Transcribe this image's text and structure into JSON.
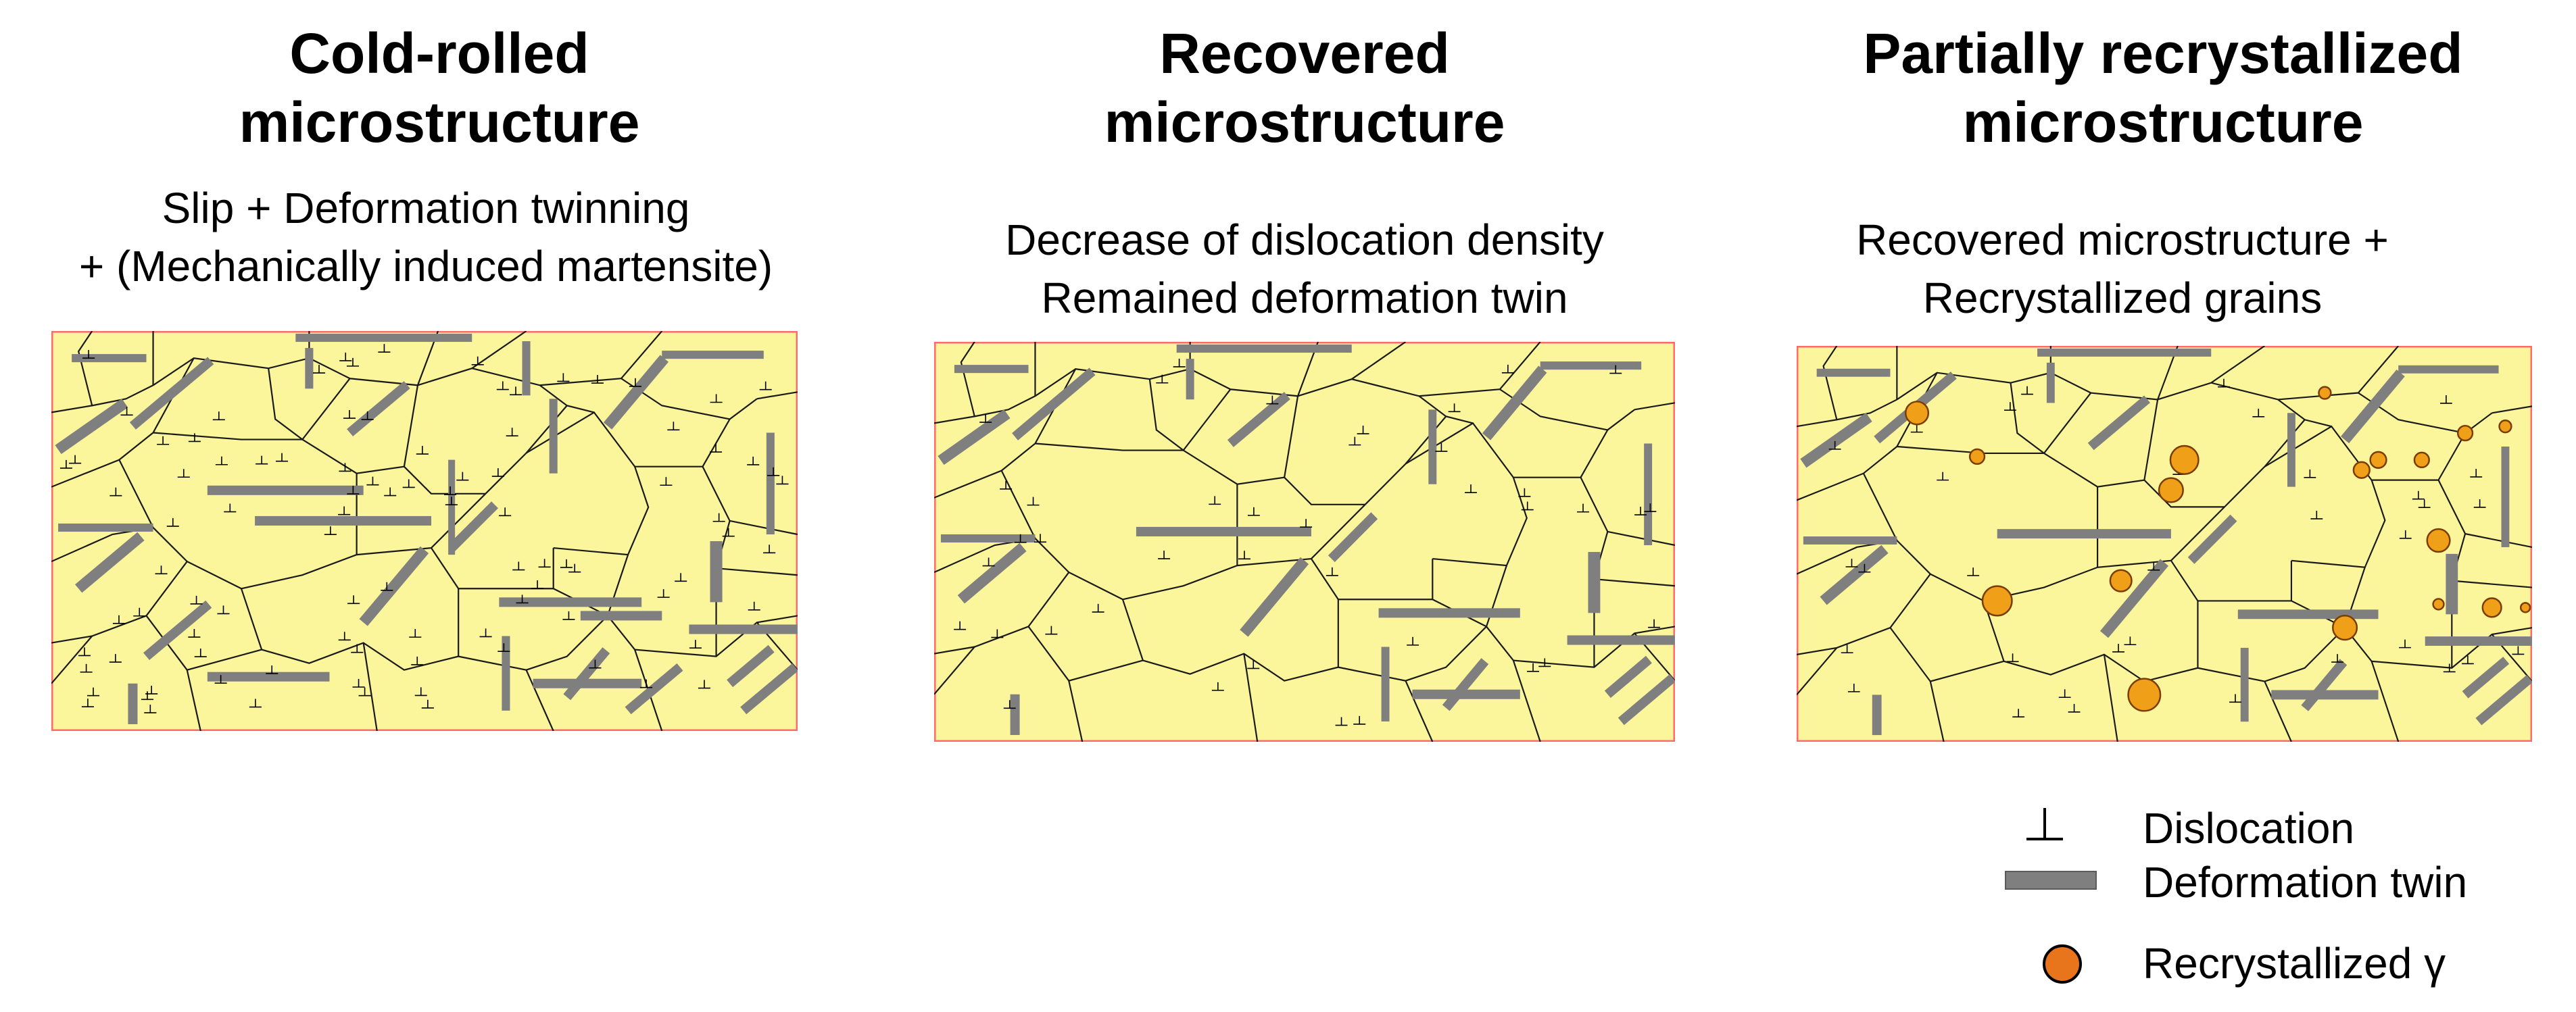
{
  "colors": {
    "grain_fill": "#fbf59c",
    "grain_border": "#1a1a1a",
    "panel_border": "#ff6b6b",
    "twin": "#7f7f7f",
    "recrystallized_fill": "#f0a018",
    "recrystallized_stroke": "#7a3c00"
  },
  "panels": [
    {
      "title_lines": [
        "Cold-rolled",
        "microstructure"
      ],
      "desc_lines": [
        "Slip + Deformation twinning",
        "+ (Mechanically induced martensite)"
      ]
    },
    {
      "title_lines": [
        "Recovered",
        "microstructure"
      ],
      "desc_lines": [
        "Decrease of dislocation density",
        "Remained deformation twin"
      ]
    },
    {
      "title_lines": [
        "Partially recrystallized",
        "microstructure"
      ],
      "desc_lines": [
        "Recovered microstructure +",
        "Recrystallized grains"
      ]
    }
  ],
  "legend": {
    "dislocation": {
      "icon": "dislocation-symbol",
      "label": "Dislocation"
    },
    "twin": {
      "icon": "twin-bar",
      "label": "Deformation twin"
    },
    "recrystallized": {
      "icon": "recrystallized-grain-circle",
      "label": "Recrystallized γ"
    }
  }
}
